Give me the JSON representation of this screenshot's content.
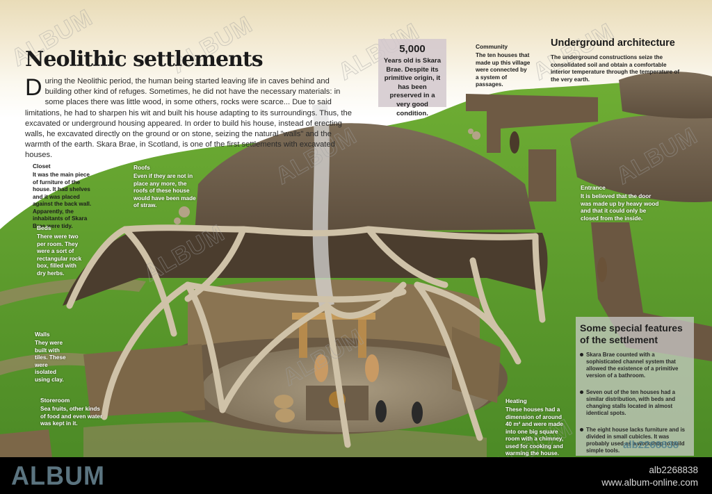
{
  "article": {
    "title": "Neolithic settlements",
    "intro_dropcap": "D",
    "intro_text": "uring the Neolithic period, the human being started leaving life in caves behind and building other kind of refuges. Sometimes, he did not have the necessary materials: in some places there was little wood, in some others, rocks were scarce... Due to said limitations, he had to sharpen his wit and built his house adapting to its surroundings. Thus, the excavated or underground housing appeared. In order to build his house, instead of erecting walls, he excavated directly on the ground or on stone, seizing the natural \"walls\" and the warmth of the earth. Skara Brae, in Scotland, is one of the first settlements with excavated houses."
  },
  "stat_box": {
    "number": "5,000",
    "text": "Years old is Skara Brae. Despite its primitive origin, it has been preserved in a very good condition."
  },
  "community": {
    "heading": "Community",
    "text": "The ten houses that made up this village were connected by a system of passages."
  },
  "underground_architecture": {
    "title": "Underground architecture",
    "text": "The underground constructions seize the consolidated soil and obtain a comfortable interior temperature through the temperature of the very earth."
  },
  "callouts": {
    "closet": {
      "heading": "Closet",
      "text": "It was the main piece of furniture of the house. It had shelves and it was placed against the back wall. Apparently, the inhabitants of Skara Brae were tidy."
    },
    "roofs": {
      "heading": "Roofs",
      "text": "Even if they are not in place any more, the roofs of these house would have been made of straw."
    },
    "beds": {
      "heading": "Beds",
      "text": "There were two per room. They were a sort of rectangular rock box, filled with dry herbs."
    },
    "walls": {
      "heading": "Walls",
      "text": "They were built with tiles. These were isolated using clay."
    },
    "storeroom": {
      "heading": "Storeroom",
      "text": "Sea fruits, other kinds of food and even water was kept in it."
    },
    "entrance": {
      "heading": "Entrance",
      "text": "It is believed that the door was made up by heavy wood and that it could only be closed from the inside."
    },
    "heating": {
      "heading": "Heating",
      "text": "These houses had a dimension of around 40 m² and were made into one big square room with a chimney, used for cooking and warming the house."
    }
  },
  "features": {
    "title": "Some special features of the settlement",
    "items": [
      "Skara Brae counted with a sophisticated channel system that allowed the existence of a primitive version of a bathroom.",
      "Seven out of the ten houses had a similar distribution, with beds and changing stalls located in almost identical spots.",
      "The eight house lacks furniture and is divided in small cubicles. It was probably used as a workshop to build simple tools."
    ],
    "code_overlay": "alb2268838"
  },
  "watermark": {
    "text": "ALBUM"
  },
  "footer": {
    "logo": "ALBUM",
    "image_id": "alb2268838",
    "website": "www.album-online.com"
  },
  "colors": {
    "grass": "#5e9a2e",
    "thatch": "#7a6a55",
    "stone": "#8a7452",
    "bone": "#cfc2a8",
    "footer_logo": "#5b7480"
  }
}
